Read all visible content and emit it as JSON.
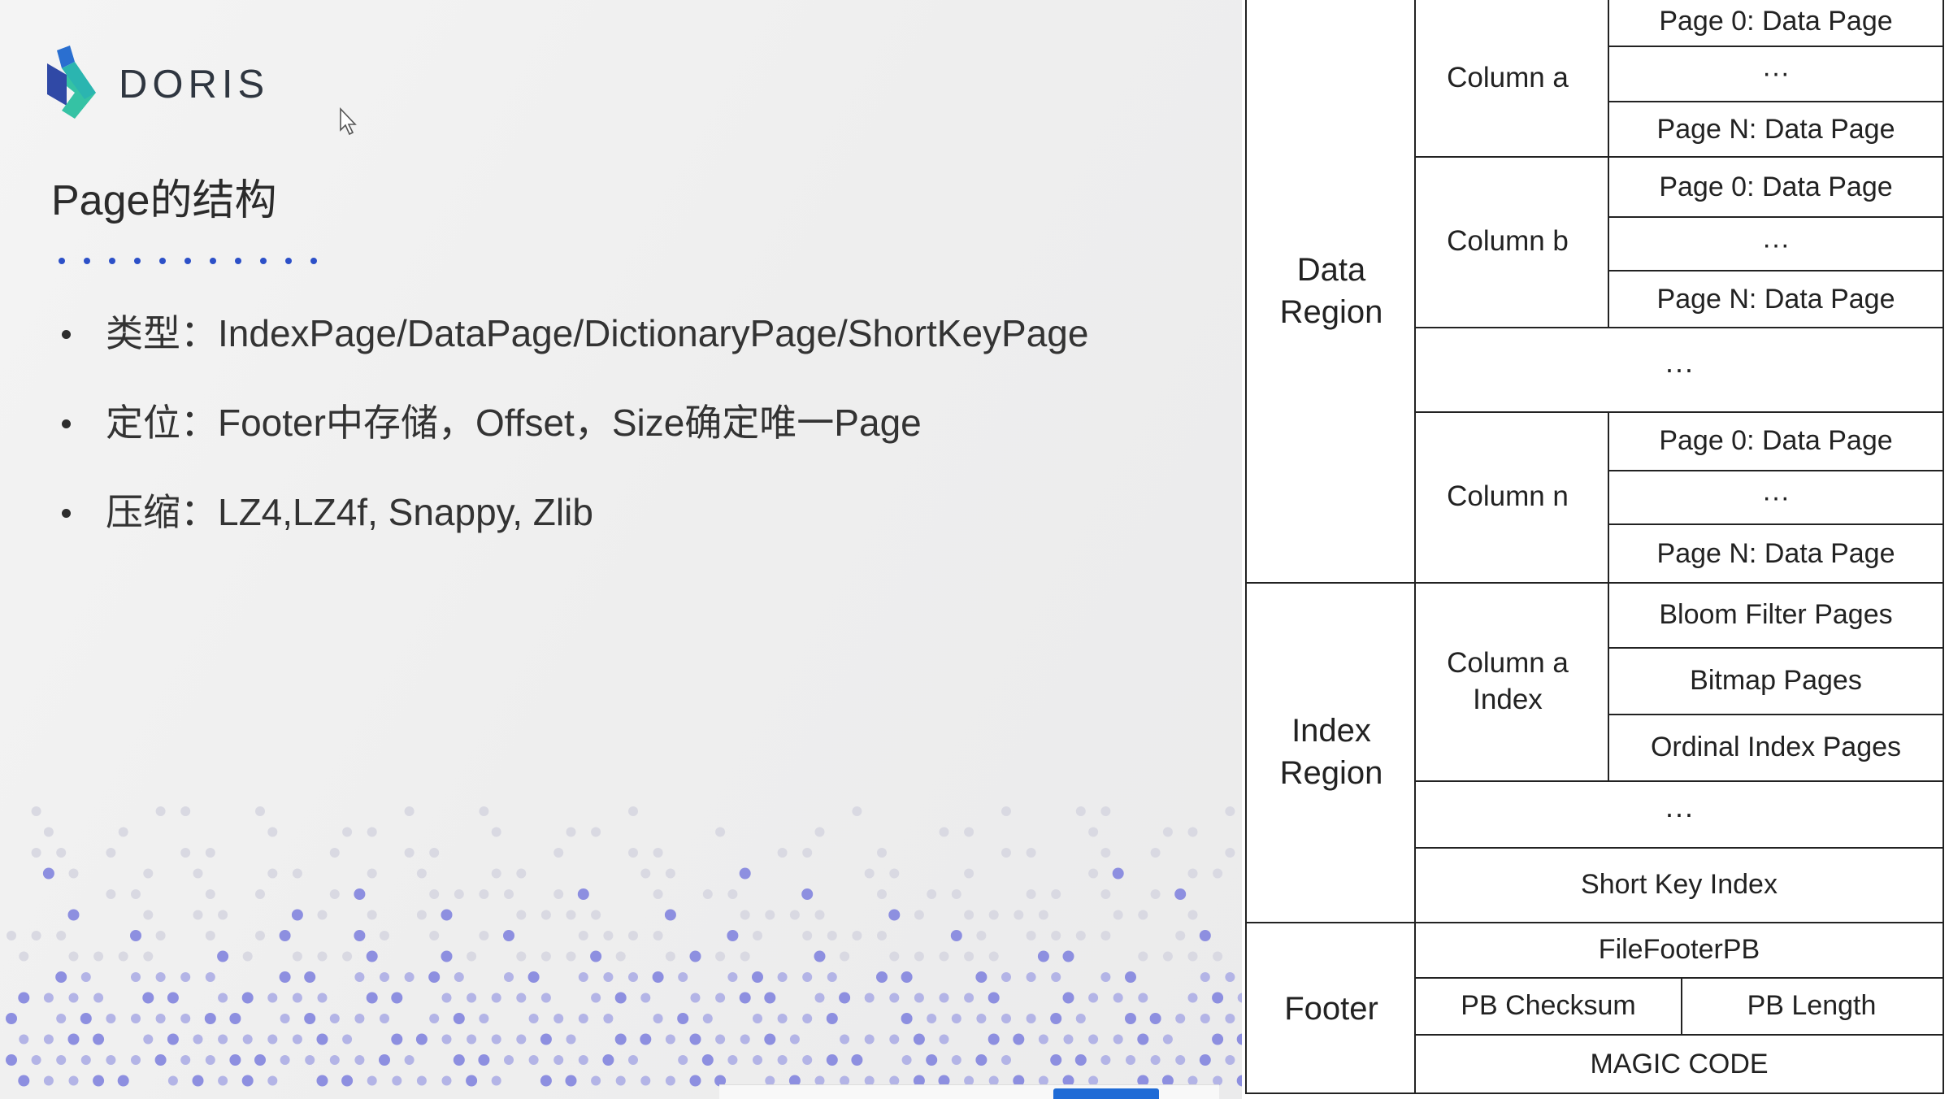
{
  "brand": {
    "name": "DORIS",
    "colors": {
      "blue": "#2a6fd0",
      "green": "#35c2a4",
      "navy": "#3049a6"
    }
  },
  "slide": {
    "title": "Page的结构",
    "bullets": [
      {
        "label": "类型：",
        "text": "IndexPage/DataPage/DictionaryPage/ShortKeyPage"
      },
      {
        "label": "定位：",
        "text": "Footer中存储，Offset，Size确定唯一Page"
      },
      {
        "label": "压缩：",
        "text": "LZ4,LZ4f, Snappy, Zlib"
      }
    ]
  },
  "diagram": {
    "data_region": "Data\nRegion",
    "columns": {
      "a": {
        "label": "Column a",
        "pages": [
          "Page 0: Data Page",
          "···",
          "Page N: Data Page"
        ]
      },
      "b": {
        "label": "Column b",
        "pages": [
          "Page 0: Data Page",
          "···",
          "Page N: Data Page"
        ]
      },
      "n": {
        "label": "Column n",
        "pages": [
          "Page 0: Data Page",
          "···",
          "Page N: Data Page"
        ]
      }
    },
    "data_ellipsis": "···",
    "index_region": "Index\nRegion",
    "column_a_index": {
      "label": "Column a\nIndex",
      "pages": [
        "Bloom Filter Pages",
        "Bitmap Pages",
        "Ordinal Index Pages"
      ]
    },
    "index_ellipsis": "···",
    "short_key_index": "Short Key Index",
    "footer": {
      "label": "Footer",
      "file_footer_pb": "FileFooterPB",
      "pb_checksum": "PB Checksum",
      "pb_length": "PB Length",
      "magic_code": "MAGIC CODE"
    }
  }
}
